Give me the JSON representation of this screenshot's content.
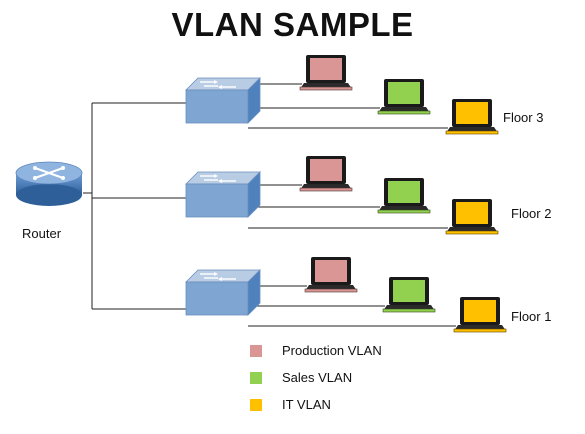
{
  "title": "VLAN SAMPLE",
  "router": {
    "label": "Router",
    "icon": "router-icon"
  },
  "floors": [
    {
      "label": "Floor 3",
      "laptops": [
        "production",
        "sales",
        "it"
      ]
    },
    {
      "label": "Floor 2",
      "laptops": [
        "production",
        "sales",
        "it"
      ]
    },
    {
      "label": "Floor 1",
      "laptops": [
        "production",
        "sales",
        "it"
      ]
    }
  ],
  "legend": [
    {
      "key": "production",
      "label": "Production  VLAN",
      "color": "#d99694"
    },
    {
      "key": "sales",
      "label": "Sales VLAN",
      "color": "#92d050"
    },
    {
      "key": "it",
      "label": "IT VLAN",
      "color": "#ffc000"
    }
  ],
  "colors": {
    "line": "#222222",
    "switch_top": "#b8cce4",
    "switch_front": "#7fa6d2",
    "switch_side": "#4f81bd",
    "router": "#4f81bd"
  }
}
